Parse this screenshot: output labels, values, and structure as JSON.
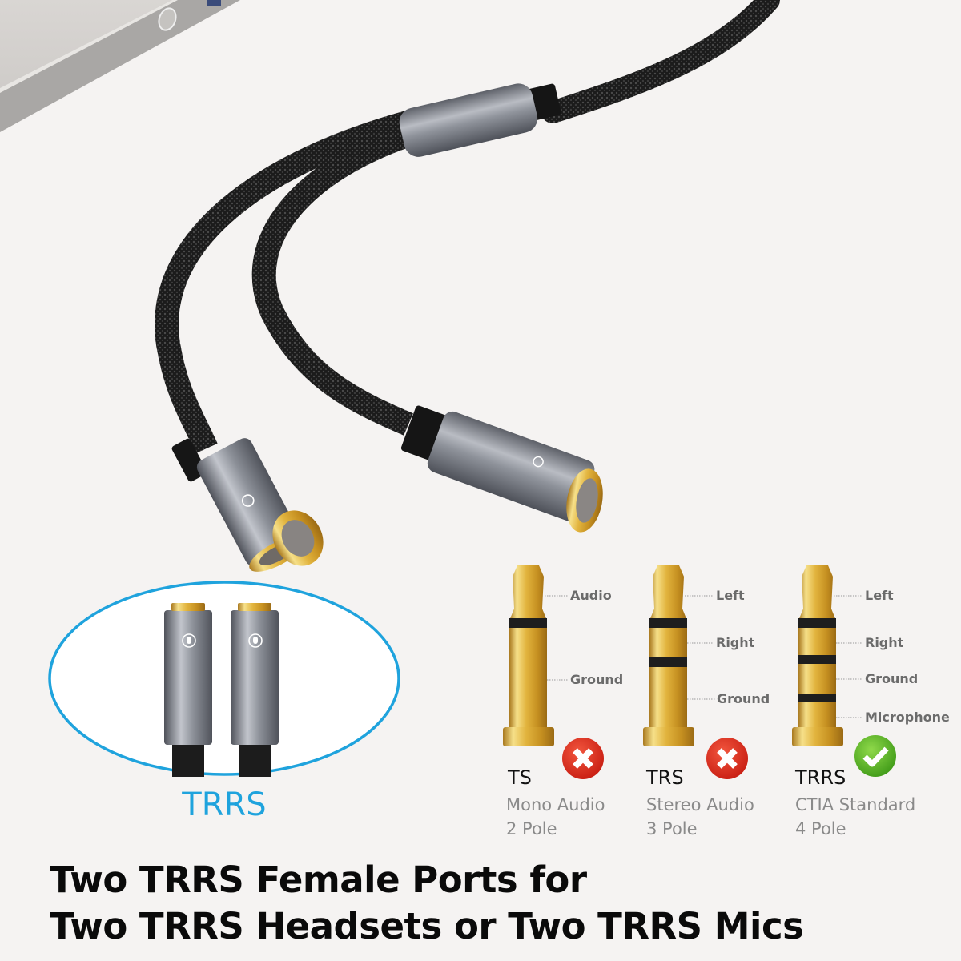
{
  "product_image": {
    "description": "Braided 3.5mm Y-splitter cable with two TRRS female ports",
    "colors": {
      "background": "#f5f3f2",
      "cable": "#1c1c1c",
      "metal_housing": "#8e9198",
      "gold_ring": "#d4a63a",
      "accent_blue": "#1fa3dd",
      "error_red": "#d8261c",
      "success_green": "#5cb82a"
    }
  },
  "callout": {
    "label": "TRRS",
    "icon": "headset-mic-icon"
  },
  "plugs": [
    {
      "type": "TS",
      "description": "Mono Audio",
      "poles": "2 Pole",
      "status": "incompatible",
      "status_icon": "cross-icon",
      "segments": [
        "Audio",
        "Ground"
      ]
    },
    {
      "type": "TRS",
      "description": "Stereo Audio",
      "poles": "3 Pole",
      "status": "incompatible",
      "status_icon": "cross-icon",
      "segments": [
        "Left",
        "Right",
        "Ground"
      ]
    },
    {
      "type": "TRRS",
      "description": "CTIA Standard",
      "poles": "4 Pole",
      "status": "compatible",
      "status_icon": "check-icon",
      "segments": [
        "Left",
        "Right",
        "Ground",
        "Microphone"
      ]
    }
  ],
  "headline": {
    "line1": "Two TRRS Female Ports for",
    "line2": "Two TRRS Headsets or Two TRRS Mics"
  }
}
